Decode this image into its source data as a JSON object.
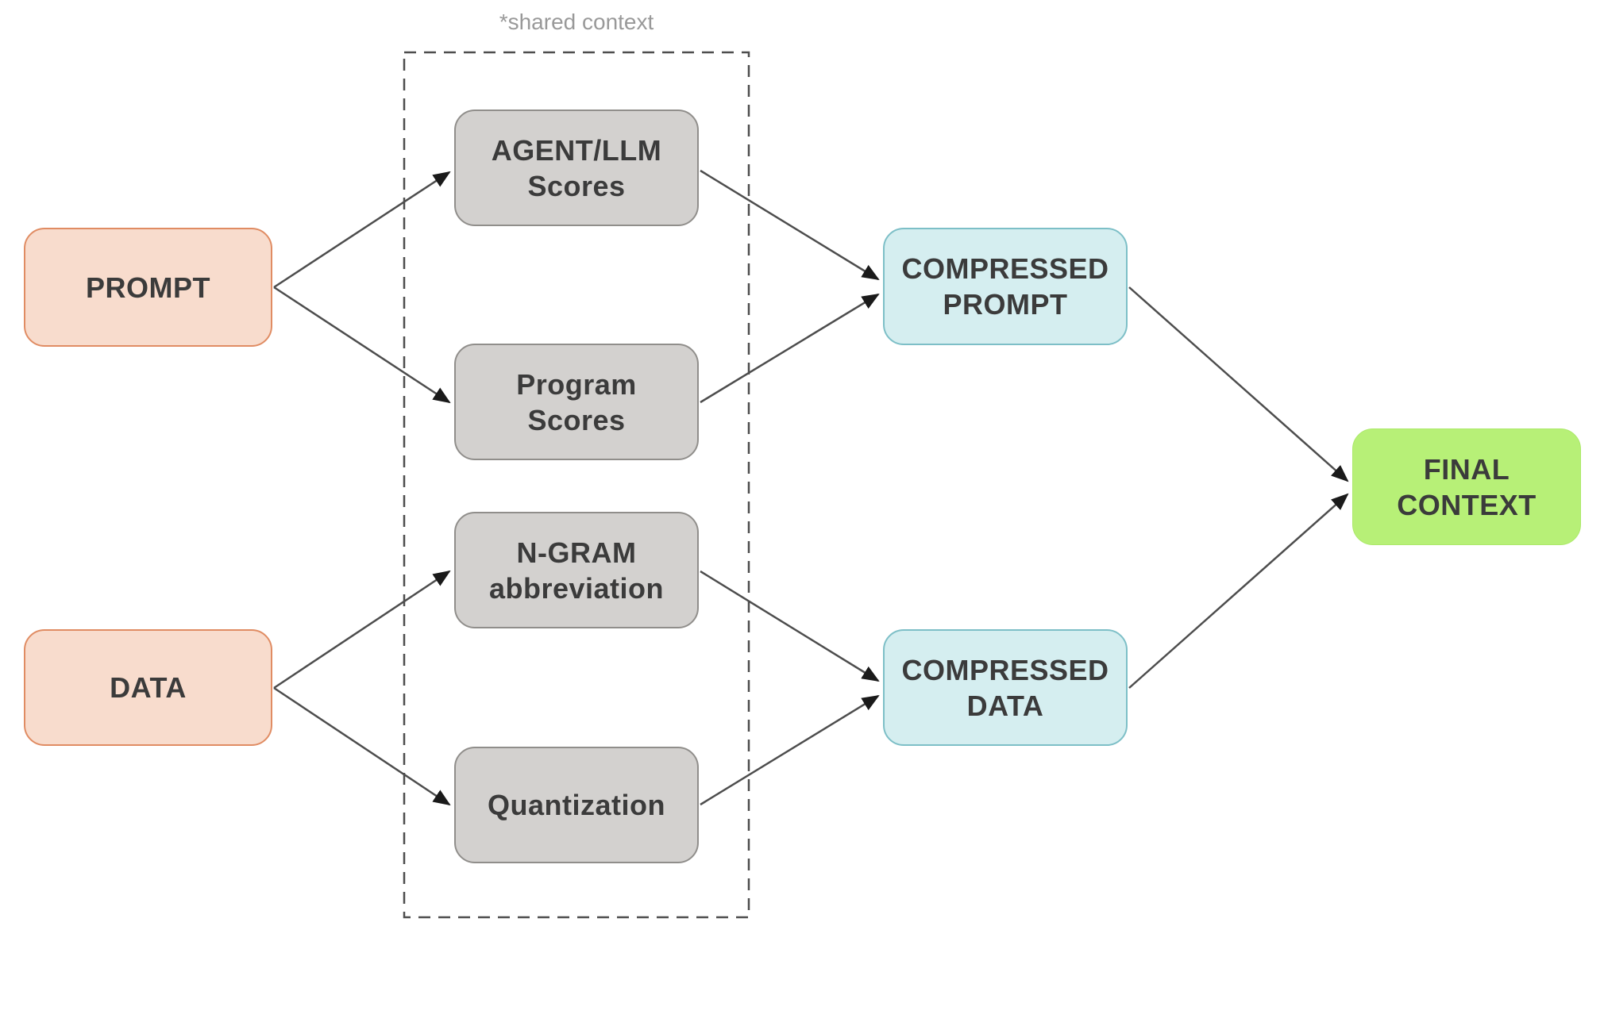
{
  "diagram": {
    "shared_context_label": "*shared context",
    "nodes": {
      "prompt": {
        "label": "PROMPT",
        "fill": "#f8dccd",
        "border": "#e08c63"
      },
      "data": {
        "label": "DATA",
        "fill": "#f8dccd",
        "border": "#e08c63"
      },
      "agent_llm_scores": {
        "label": "AGENT/LLM\nScores",
        "fill": "#d3d1cf",
        "border": "#908e8b"
      },
      "program_scores": {
        "label": "Program\nScores",
        "fill": "#d3d1cf",
        "border": "#908e8b"
      },
      "ngram_abbreviation": {
        "label": "N-GRAM\nabbreviation",
        "fill": "#d3d1cf",
        "border": "#908e8b"
      },
      "quantization": {
        "label": "Quantization",
        "fill": "#d3d1cf",
        "border": "#908e8b"
      },
      "compressed_prompt": {
        "label": "COMPRESSED\nPROMPT",
        "fill": "#d5eef0",
        "border": "#7dbfc7"
      },
      "compressed_data": {
        "label": "COMPRESSED\nDATA",
        "fill": "#d5eef0",
        "border": "#7dbfc7"
      },
      "final_context": {
        "label": "FINAL\nCONTEXT",
        "fill": "#b7f077",
        "border": "#ace96a"
      }
    },
    "edges": [
      {
        "from": "prompt",
        "to": "agent_llm_scores"
      },
      {
        "from": "prompt",
        "to": "program_scores"
      },
      {
        "from": "agent_llm_scores",
        "to": "compressed_prompt"
      },
      {
        "from": "program_scores",
        "to": "compressed_prompt"
      },
      {
        "from": "data",
        "to": "ngram_abbreviation"
      },
      {
        "from": "data",
        "to": "quantization"
      },
      {
        "from": "ngram_abbreviation",
        "to": "compressed_data"
      },
      {
        "from": "quantization",
        "to": "compressed_data"
      },
      {
        "from": "compressed_prompt",
        "to": "final_context"
      },
      {
        "from": "compressed_data",
        "to": "final_context"
      }
    ],
    "colors": {
      "background": "#ffffff",
      "edge_line": "#4d4d4d",
      "arrowhead": "#1a1a1a",
      "node_text": "#3b3b3b",
      "dashed_boundary": "#4d4d4d",
      "shared_context_label": "#999999"
    }
  }
}
